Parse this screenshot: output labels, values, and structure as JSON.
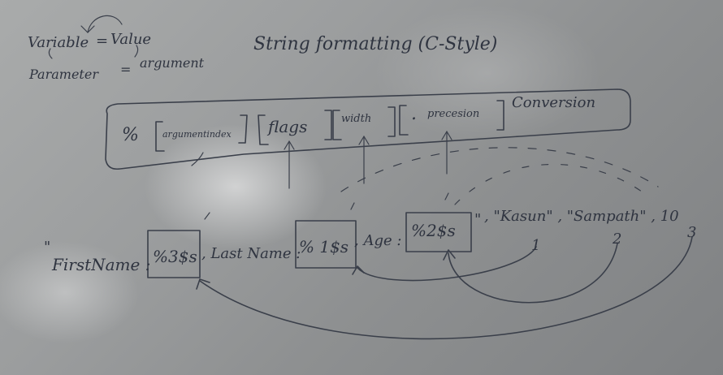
{
  "notes": {
    "variable": "Variable",
    "equals_1": "=",
    "value": "Value",
    "parameter": "Parameter",
    "equals_2": "=",
    "argument": "argument"
  },
  "title": "String formatting (C-Style)",
  "syntax": {
    "percent": "%",
    "argument_index": "argumentindex",
    "flags": "flags",
    "width": "width",
    "dot": ".",
    "precision": "precesion",
    "conversion": "Conversion"
  },
  "example": {
    "open_quote": "\"",
    "first_name_label": "FirstName :",
    "spec_1": "%3$s",
    "last_name_label": ", Last Name :",
    "spec_2": "% 1$s",
    "age_label": ", Age :",
    "spec_3": "%2$s",
    "close_quote": "\"",
    "args": ", \"Kasun\" , \"Sampath\" , 10",
    "num_1": "1",
    "num_2": "2",
    "num_3": "3"
  }
}
